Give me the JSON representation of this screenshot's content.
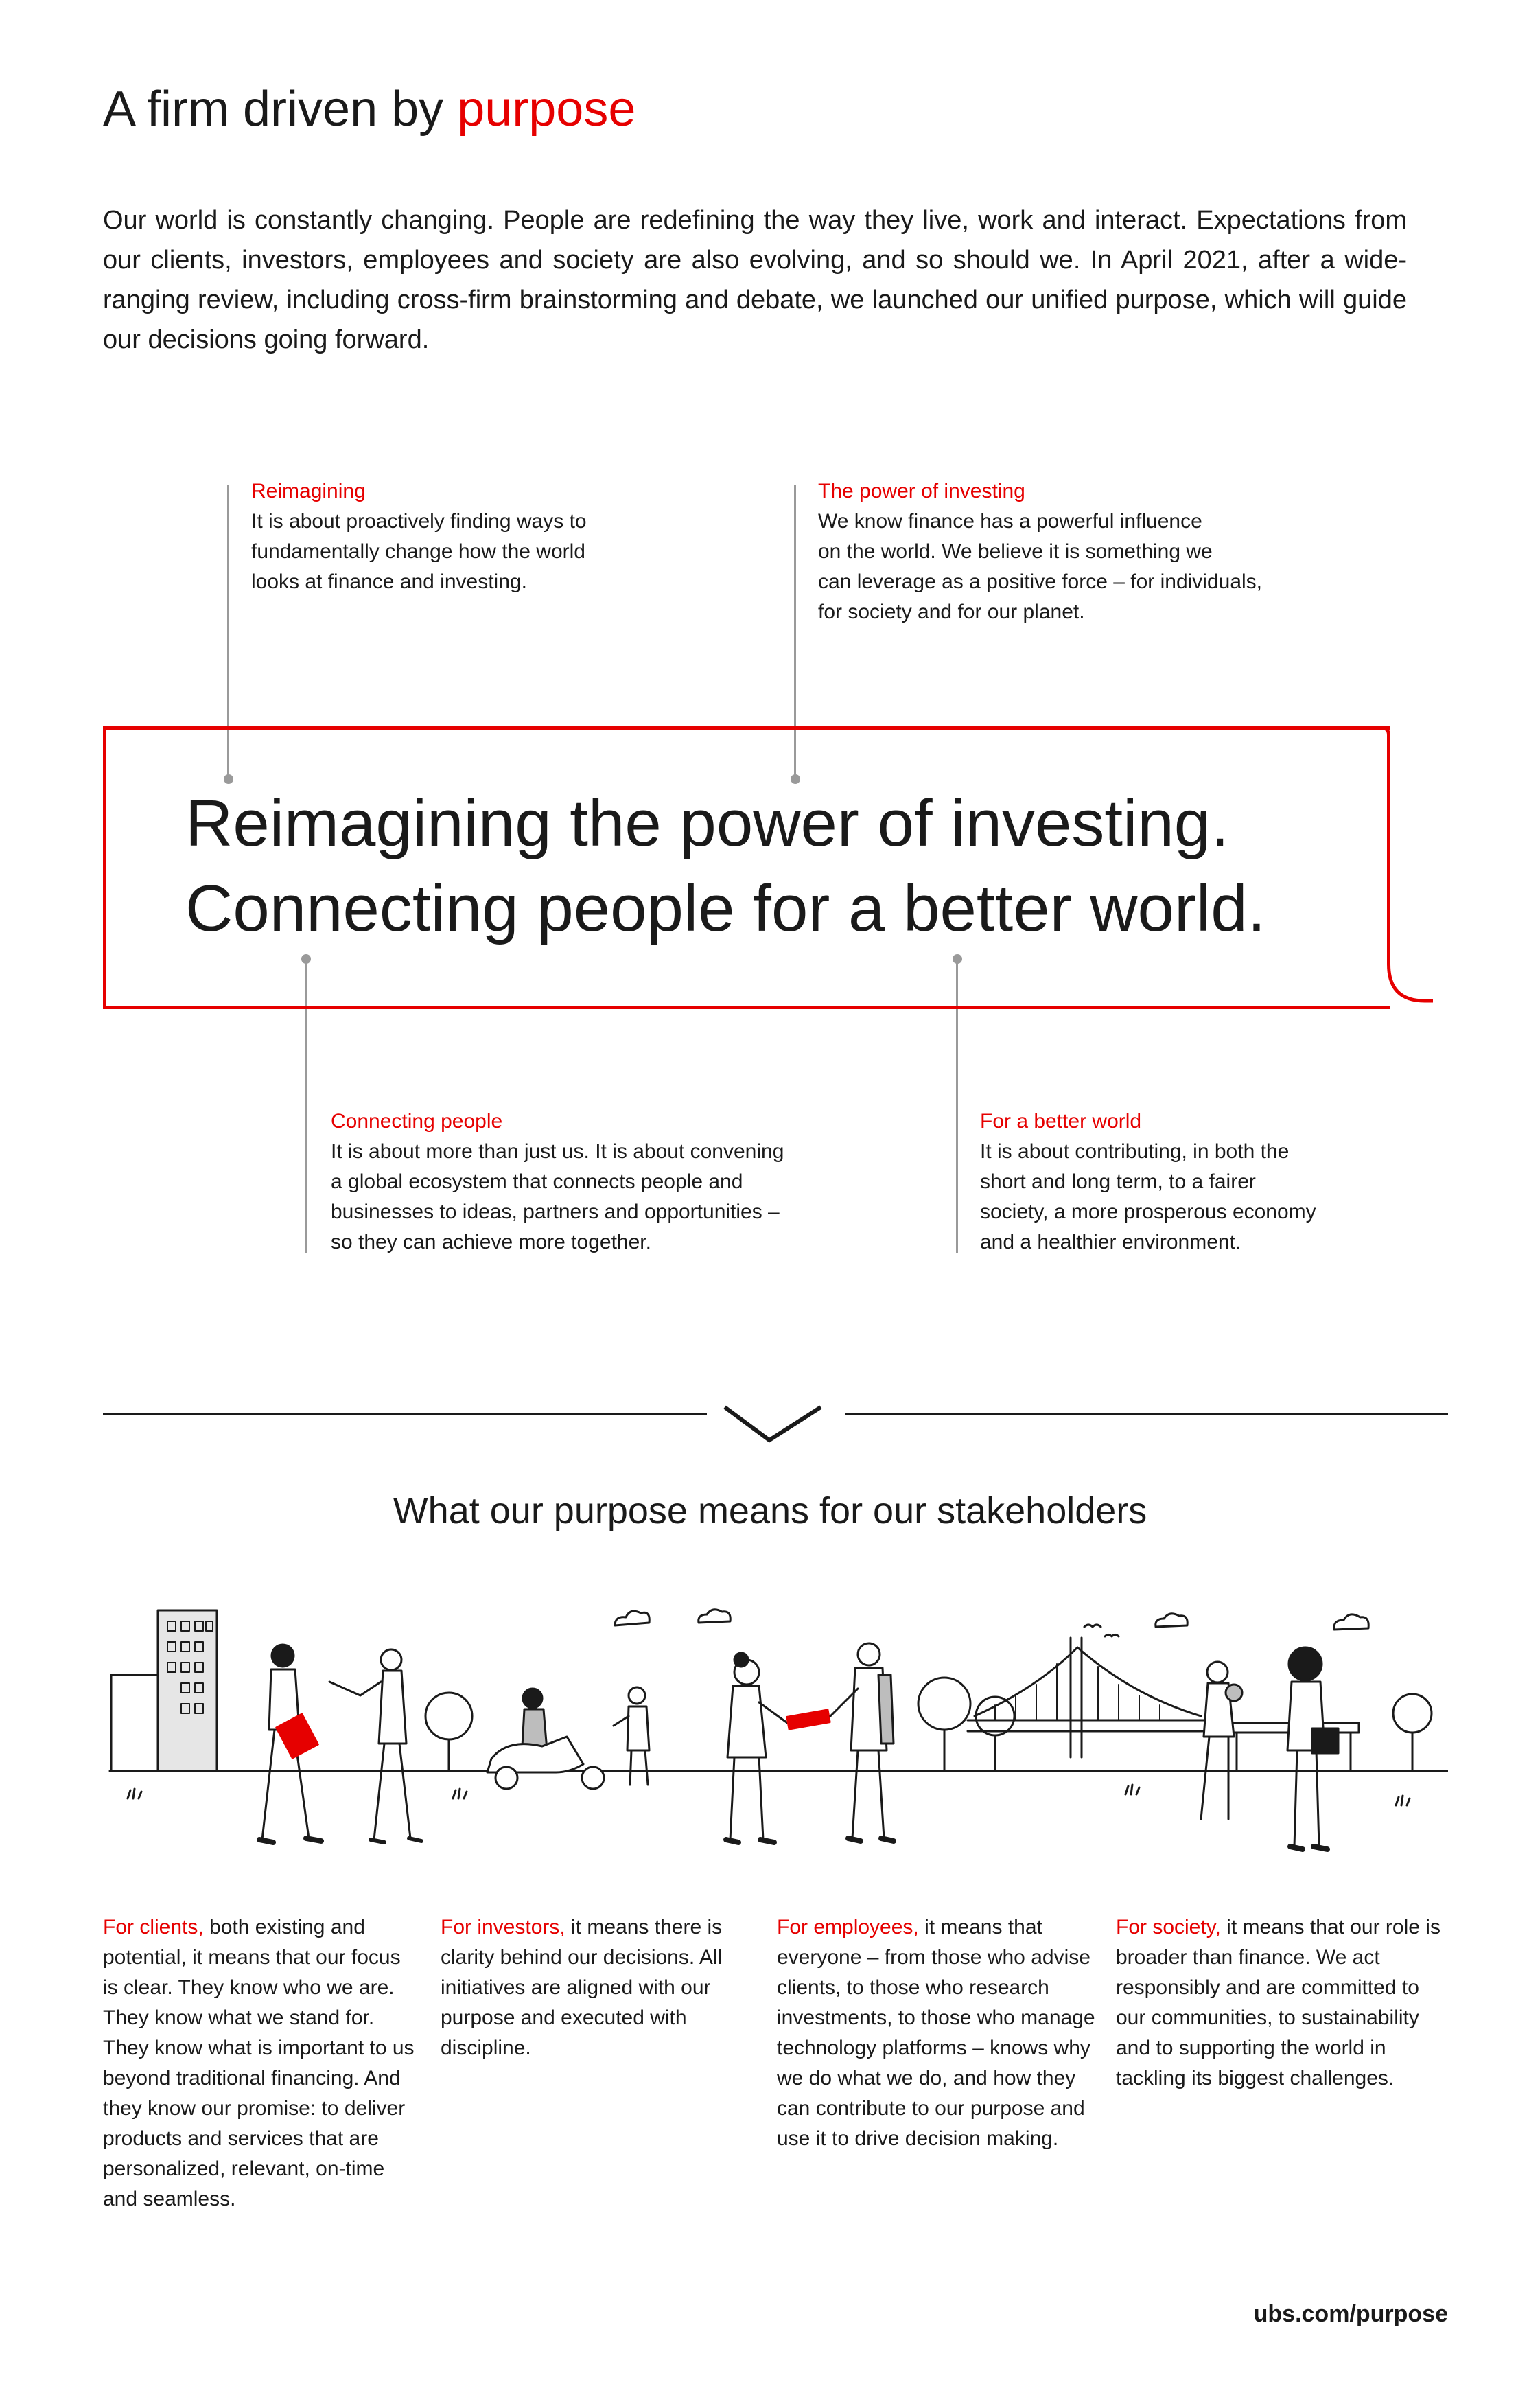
{
  "header": {
    "title_prefix": "A firm driven by",
    "title_accent": "purpose"
  },
  "intro": "Our world is constantly changing. People are redefining the way they live, work and interact. Expectations from our clients, investors, employees and society are also evolving, and so should we. In April 2021, after a wide-ranging review, including cross-firm brainstorming and debate, we launched our unified purpose, which will guide our decisions going forward.",
  "purpose": {
    "line1": "Reimagining the power of investing.",
    "line2": "Connecting people for a better world."
  },
  "callouts": {
    "reimagining": {
      "title": "Reimagining",
      "body": "It is about proactively finding ways to\nfundamentally change how the world\nlooks at finance and investing."
    },
    "power": {
      "title": "The power of investing",
      "body": "We know finance has a powerful influence\non the world. We believe it is something we\ncan leverage as a positive force – for individuals,\nfor society and for our planet."
    },
    "connecting": {
      "title": "Connecting people",
      "body": "It is about more than just us. It is about convening\na global ecosystem that connects people and\nbusinesses to ideas, partners and opportunities –\nso they can achieve more together."
    },
    "better_world": {
      "title": "For a better world",
      "body": "It is about contributing, in both the\nshort and long term, to a fairer\nsociety, a more prosperous economy\nand a healthier environment."
    }
  },
  "stakeholders": {
    "title": "What our purpose means for our stakeholders",
    "clients": {
      "lead": "For clients,",
      "text": " both existing and potential, it means that our focus is clear. They know who we are. They know what we stand for. They know what is important to us beyond traditional financing. And they know our promise: to deliver products and services that are personalized, relevant, on-time and seamless."
    },
    "investors": {
      "lead": "For investors,",
      "text": " it means there is clarity behind our decisions. All initiatives are aligned with our purpose and executed with discipline."
    },
    "employees": {
      "lead": "For employees,",
      "text": " it means that everyone – from those who advise clients, to those who research investments, to those who manage technology platforms – knows why we do what we do, and how they can contribute to our purpose and use it to drive decision making."
    },
    "society": {
      "lead": "For society,",
      "text": " it means that our role is broader than finance. We act responsibly and are committed to our communities, to sustainability and to supporting the world in tackling its biggest challenges."
    }
  },
  "footer": {
    "url": "ubs.com/purpose"
  },
  "colors": {
    "accent": "#e60000",
    "text": "#1a1a1a",
    "connector": "#9a9a9a"
  }
}
